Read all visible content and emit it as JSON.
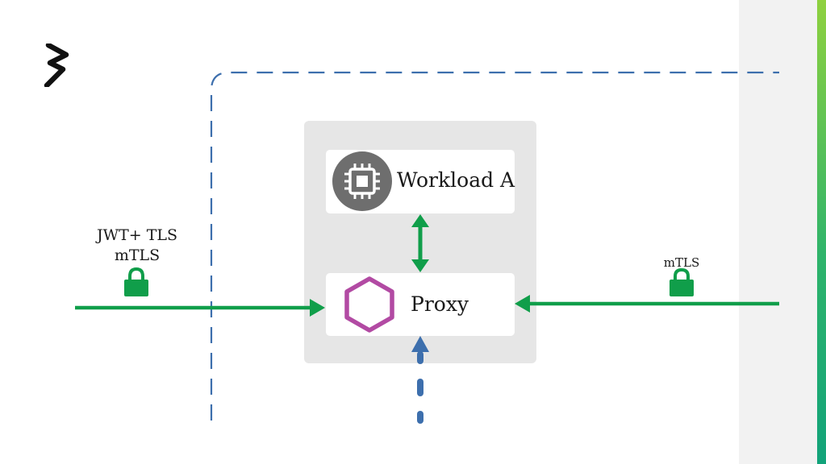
{
  "logo": {
    "icon": "bolt-logo-icon"
  },
  "nodes": {
    "workload": {
      "label": "Workload A",
      "icon": "cpu-chip-icon"
    },
    "proxy": {
      "label": "Proxy",
      "icon": "hexagon-icon"
    }
  },
  "links": {
    "left": {
      "line1": "JWT+ TLS",
      "line2": "mTLS",
      "icon": "lock-icon"
    },
    "right": {
      "label": "mTLS",
      "icon": "lock-icon"
    }
  },
  "colors": {
    "arrow_green": "#109e4a",
    "arrow_blue": "#3d6fad",
    "boundary": "#3d6fad",
    "pod_bg": "#e6e6e6",
    "chip_circle": "#6e6e6e",
    "hexagon": "#b24aa3",
    "panel": "#f2f2f2"
  }
}
